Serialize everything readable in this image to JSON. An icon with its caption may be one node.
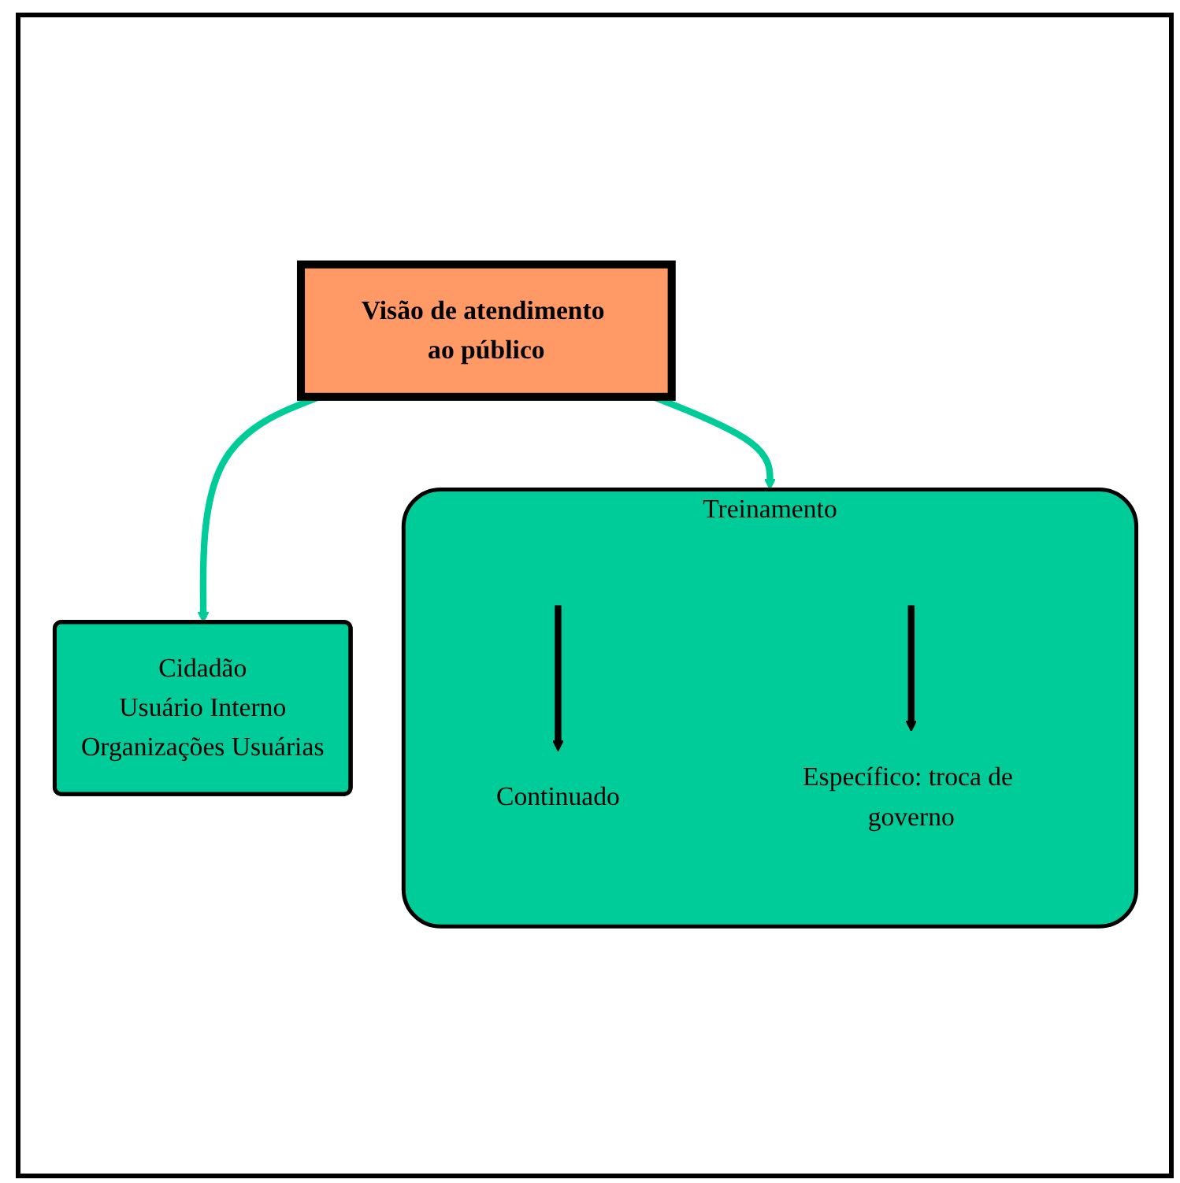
{
  "diagram": {
    "nodes": [
      {
        "text": [
          "Visão de atendimento ao público"
        ]
      },
      {
        "text": [
          "Cidadão",
          "Usuário Interno",
          "Organizações Usuárias"
        ]
      },
      {
        "text": [
          "Treinamento"
        ]
      },
      {
        "text": [
          "Continuado"
        ],
        "in": 2
      },
      {
        "text": [
          "Específico: troca de governo"
        ],
        "in": 2
      }
    ],
    "edges": [
      {
        "from": 0,
        "to": 1,
        "arrow": "to",
        "color": "#00cc99"
      },
      {
        "from": 0,
        "to": 2,
        "arrow": "to",
        "color": "#00cc99"
      },
      {
        "from": null,
        "to": 3,
        "arrow": "to",
        "color": "#000000"
      },
      {
        "from": null,
        "to": 4,
        "arrow": "to",
        "color": "#000000"
      }
    ]
  }
}
